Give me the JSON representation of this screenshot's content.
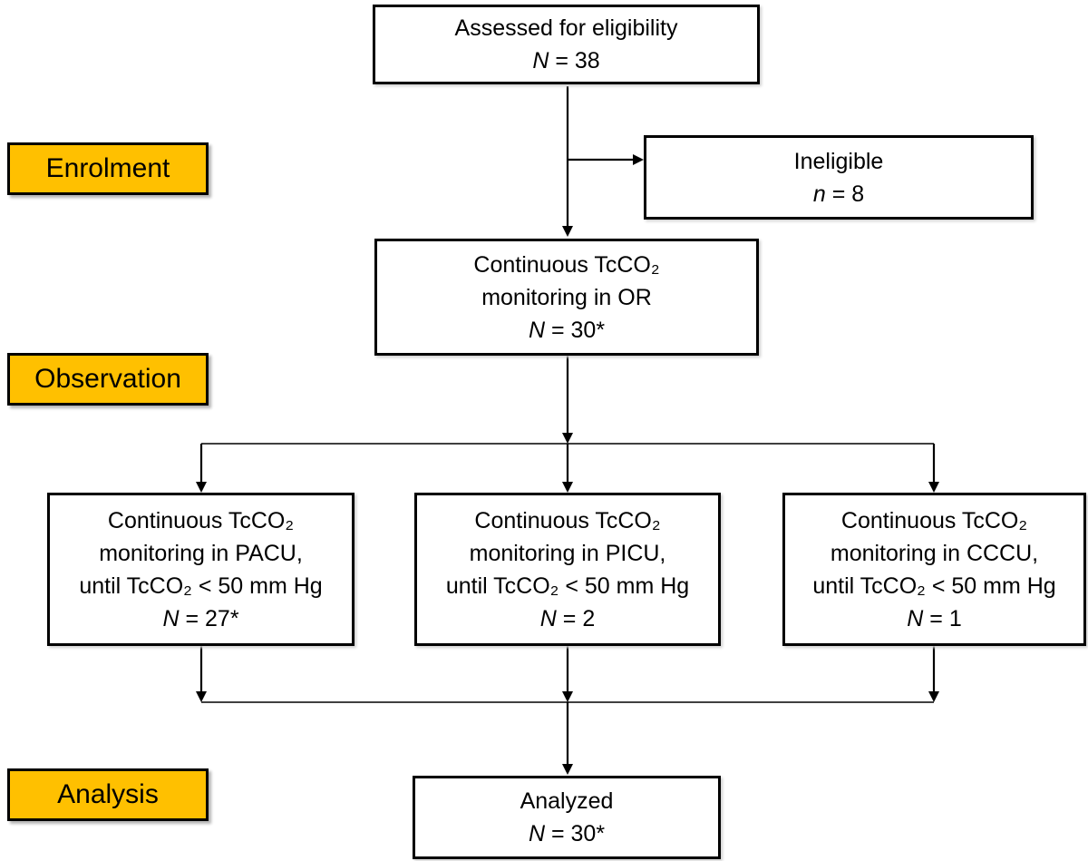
{
  "diagram": {
    "type": "consort-flow",
    "colors": {
      "stage_label_bg": "#FFC000",
      "box_bg": "#FFFFFF",
      "box_border": "#000000",
      "connector": "#000000"
    },
    "stages": [
      {
        "id": "enrolment",
        "text": "Enrolment"
      },
      {
        "id": "observation",
        "text": "Observation"
      },
      {
        "id": "analysis",
        "text": "Analysis"
      }
    ],
    "boxes": {
      "assessed": {
        "lines": [
          "Assessed for eligibility"
        ],
        "n_label": "N",
        "n_value": " = 38"
      },
      "ineligible": {
        "lines": [
          "Ineligible"
        ],
        "n_label": "n",
        "n_value": " = 8"
      },
      "or": {
        "lines": [
          "Continuous TcCO₂",
          "monitoring in OR"
        ],
        "n_label": "N",
        "n_value": " = 30*"
      },
      "pacu": {
        "lines": [
          "Continuous TcCO₂",
          "monitoring in PACU,",
          "until TcCO₂ < 50 mm Hg"
        ],
        "n_label": "N",
        "n_value": " = 27*"
      },
      "picu": {
        "lines": [
          "Continuous TcCO₂",
          "monitoring in PICU,",
          "until TcCO₂ < 50 mm Hg"
        ],
        "n_label": "N",
        "n_value": " = 2"
      },
      "cccu": {
        "lines": [
          "Continuous TcCO₂",
          "monitoring in CCCU,",
          "until TcCO₂ < 50 mm Hg"
        ],
        "n_label": "N",
        "n_value": " = 1"
      },
      "analyzed": {
        "lines": [
          "Analyzed"
        ],
        "n_label": "N",
        "n_value": " = 30*"
      }
    },
    "edges": [
      {
        "from": "assessed",
        "to": "ineligible"
      },
      {
        "from": "assessed",
        "to": "or"
      },
      {
        "from": "or",
        "to": "pacu"
      },
      {
        "from": "or",
        "to": "picu"
      },
      {
        "from": "or",
        "to": "cccu"
      },
      {
        "from": "pacu",
        "to": "analyzed"
      },
      {
        "from": "picu",
        "to": "analyzed"
      },
      {
        "from": "cccu",
        "to": "analyzed"
      }
    ]
  }
}
